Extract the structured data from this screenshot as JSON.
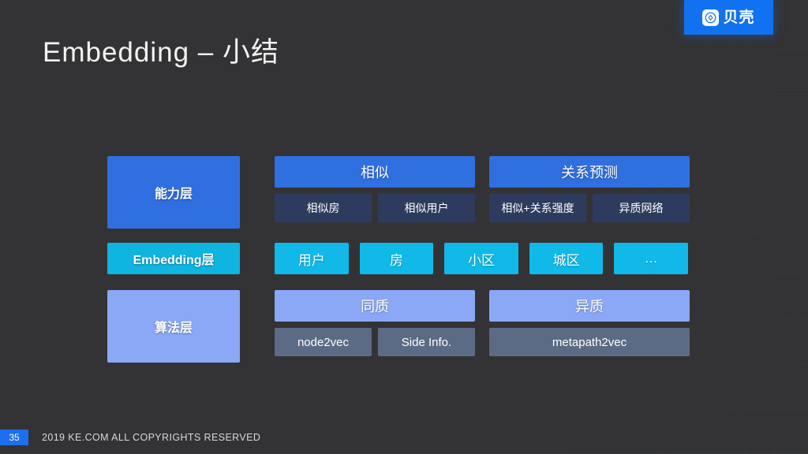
{
  "slide": {
    "title": "Embedding – 小结",
    "background_color": "#333335"
  },
  "logo": {
    "text": "贝壳",
    "icon": "shell-logo-icon",
    "background_color": "#1072f0"
  },
  "diagram": {
    "rows": [
      {
        "label": "能力层",
        "label_color": "#2f6fe0",
        "groups": [
          {
            "head": "相似",
            "head_color": "#2f6fe0",
            "children": [
              "相似房",
              "相似用户"
            ],
            "child_color": "#2d3c5e"
          },
          {
            "head": "关系预测",
            "head_color": "#2f6fe0",
            "children": [
              "相似+关系强度",
              "异质网络"
            ],
            "child_color": "#2d3c5e"
          }
        ]
      },
      {
        "label": "Embedding层",
        "label_color": "#0fb4e0",
        "chips": [
          "用户",
          "房",
          "小区",
          "城区",
          "…"
        ],
        "chip_color": "#10b9e8"
      },
      {
        "label": "算法层",
        "label_color": "#8aa8f5",
        "groups": [
          {
            "head": "同质",
            "head_color": "#8aa8f5",
            "children": [
              "node2vec",
              "Side Info."
            ],
            "child_color": "#5c6b85"
          },
          {
            "head": "异质",
            "head_color": "#8aa8f5",
            "children": [
              "metapath2vec"
            ],
            "child_color": "#5c6b85"
          }
        ]
      }
    ]
  },
  "footer": {
    "page_number": "35",
    "copyright": "2019 KE.COM ALL COPYRIGHTS RESERVED",
    "badge_color": "#1e6ff0"
  }
}
